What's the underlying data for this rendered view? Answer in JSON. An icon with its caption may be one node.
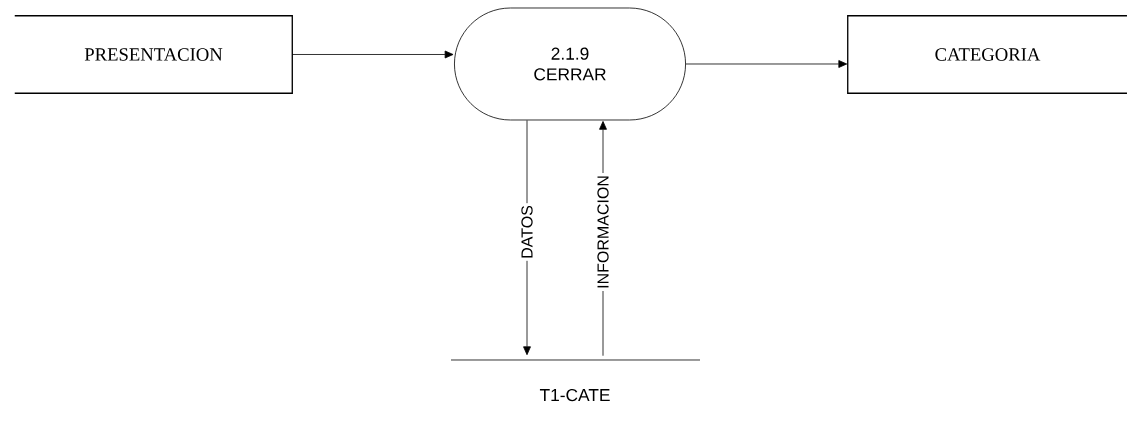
{
  "diagram": {
    "nodes": [
      {
        "text": [
          "PRESENTACION"
        ]
      },
      {
        "text": [
          "2.1.9",
          "CERRAR"
        ]
      },
      {
        "text": [
          "CATEGORIA"
        ]
      },
      {
        "text": [
          "T1-CATE"
        ]
      }
    ],
    "edges": [
      {
        "from": 0,
        "to": 1,
        "arrow": "to"
      },
      {
        "from": 1,
        "to": 2,
        "arrow": "to"
      },
      {
        "from": 1,
        "to": 3,
        "arrow": "to",
        "label": "DATOS"
      },
      {
        "from": 3,
        "to": 1,
        "arrow": "to",
        "label": "INFORMACION"
      }
    ]
  }
}
